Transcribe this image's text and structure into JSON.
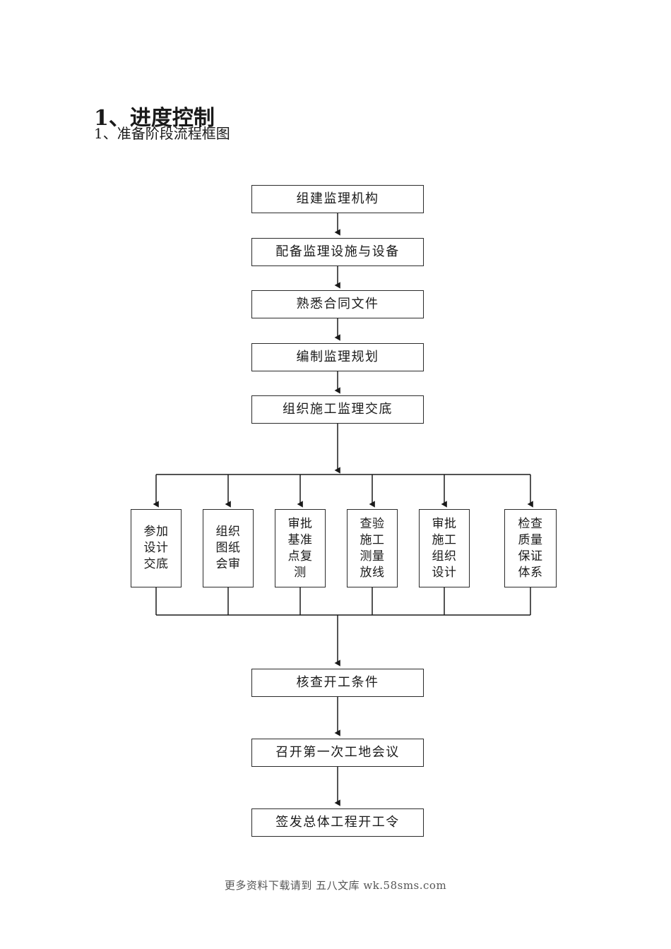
{
  "document": {
    "heading_main": "1、进度控制",
    "heading_sub": "1、准备阶段流程框图",
    "footer_note": "更多资料下载请到 五八文库 wk.58sms.com"
  },
  "theme": {
    "page_background": "#ffffff",
    "box_border": "#2b2b2b",
    "text_color": "#1a1a1a",
    "connector_color": "#1a1a1a",
    "footer_color": "#555555"
  },
  "chart_data": {
    "type": "flowchart",
    "title": "准备阶段流程框图",
    "orientation": "top-to-bottom",
    "nodes": [
      {
        "id": "n1",
        "label": "组建监理机构",
        "shape": "rect",
        "stage": "main"
      },
      {
        "id": "n2",
        "label": "配备监理设施与设备",
        "shape": "rect",
        "stage": "main"
      },
      {
        "id": "n3",
        "label": "熟悉合同文件",
        "shape": "rect",
        "stage": "main"
      },
      {
        "id": "n4",
        "label": "编制监理规划",
        "shape": "rect",
        "stage": "main"
      },
      {
        "id": "n5",
        "label": "组织施工监理交底",
        "shape": "rect",
        "stage": "main"
      },
      {
        "id": "p1",
        "label": "参加\n设计\n交底",
        "shape": "rect",
        "stage": "parallel"
      },
      {
        "id": "p2",
        "label": "组织\n图纸\n会审",
        "shape": "rect",
        "stage": "parallel"
      },
      {
        "id": "p3",
        "label": "审批\n基准\n点复\n测",
        "shape": "rect",
        "stage": "parallel"
      },
      {
        "id": "p4",
        "label": "查验\n施工\n测量\n放线",
        "shape": "rect",
        "stage": "parallel"
      },
      {
        "id": "p5",
        "label": "审批\n施工\n组织\n设计",
        "shape": "rect",
        "stage": "parallel"
      },
      {
        "id": "p6",
        "label": "检查\n质量\n保证\n体系",
        "shape": "rect",
        "stage": "parallel"
      },
      {
        "id": "n6",
        "label": "核查开工条件",
        "shape": "rect",
        "stage": "main"
      },
      {
        "id": "n7",
        "label": "召开第一次工地会议",
        "shape": "rect",
        "stage": "main"
      },
      {
        "id": "n8",
        "label": "签发总体工程开工令",
        "shape": "rect",
        "stage": "main"
      }
    ],
    "edges": [
      {
        "from": "n1",
        "to": "n2",
        "arrow": true
      },
      {
        "from": "n2",
        "to": "n3",
        "arrow": true
      },
      {
        "from": "n3",
        "to": "n4",
        "arrow": true
      },
      {
        "from": "n4",
        "to": "n5",
        "arrow": true
      },
      {
        "from": "n5",
        "to": "split-bus",
        "arrow": true
      },
      {
        "from": "split-bus",
        "to": "p1",
        "arrow": true
      },
      {
        "from": "split-bus",
        "to": "p2",
        "arrow": true
      },
      {
        "from": "split-bus",
        "to": "p3",
        "arrow": true
      },
      {
        "from": "split-bus",
        "to": "p4",
        "arrow": true
      },
      {
        "from": "split-bus",
        "to": "p5",
        "arrow": true
      },
      {
        "from": "split-bus",
        "to": "p6",
        "arrow": true
      },
      {
        "from": "p1",
        "to": "merge-bus",
        "arrow": false
      },
      {
        "from": "p2",
        "to": "merge-bus",
        "arrow": false
      },
      {
        "from": "p3",
        "to": "merge-bus",
        "arrow": false
      },
      {
        "from": "p4",
        "to": "merge-bus",
        "arrow": false
      },
      {
        "from": "p5",
        "to": "merge-bus",
        "arrow": false
      },
      {
        "from": "p6",
        "to": "merge-bus",
        "arrow": false
      },
      {
        "from": "merge-bus",
        "to": "n6",
        "arrow": true
      },
      {
        "from": "n6",
        "to": "n7",
        "arrow": true
      },
      {
        "from": "n7",
        "to": "n8",
        "arrow": true
      }
    ]
  }
}
